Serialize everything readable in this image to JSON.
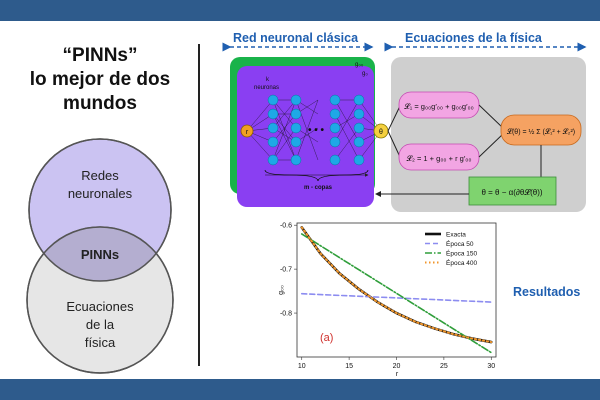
{
  "title": {
    "line1": "“PINNs”",
    "line2": "lo mejor de dos",
    "line3": "mundos"
  },
  "venn": {
    "top": [
      "Redes",
      "neuronales"
    ],
    "middle": "PINNs",
    "bottom": [
      "Ecuaciones",
      "de la",
      "física"
    ],
    "colors": {
      "top": "#cbc3f2",
      "bottom": "#e6e6e6",
      "overlap": "#b4aed0"
    }
  },
  "sections": {
    "left": "Red neuronal clásica",
    "right": "Ecuaciones de la física",
    "results": "Resultados"
  },
  "network": {
    "input": "r",
    "output": "θ",
    "neurons_label": [
      "k",
      "neuronas"
    ],
    "copies_label": "m - copas",
    "colors": {
      "outer": "#19b34a",
      "inner": "#8a3ff2",
      "neuron": "#1ea8e6",
      "io": "#f4d03f"
    }
  },
  "equations": {
    "l1": "𝓛₁ = g₀₀g′₀₀ + g₀₀g′₀₀",
    "l2": "𝓛₂ = 1 + g₀₀ + r g′₀₀",
    "loss": "𝓛(θ) = ½ Σ (𝓛₁² + 𝓛₂²)",
    "update": "θ = θ − α(∂θ𝓛(θ))",
    "colors": {
      "panel": "#cfcfcf",
      "pink": "#f2a5e3",
      "orange": "#f5a262",
      "green": "#7fd36f"
    }
  },
  "chart_data": {
    "type": "line",
    "title": "",
    "xlabel": "r",
    "ylabel": "g₀₀",
    "xlim": [
      9.5,
      30.5
    ],
    "ylim": [
      -0.9,
      -0.595
    ],
    "xticks": [
      10,
      15,
      20,
      25,
      30
    ],
    "yticks": [
      -0.6,
      -0.7,
      -0.8
    ],
    "annotation": "(a)",
    "legend_position": "top-right",
    "series": [
      {
        "name": "Exacta",
        "color": "#111111",
        "style": "solid",
        "x": [
          10,
          12,
          14,
          16,
          18,
          20,
          22,
          24,
          26,
          28,
          30
        ],
        "y": [
          -0.605,
          -0.665,
          -0.71,
          -0.745,
          -0.775,
          -0.8,
          -0.82,
          -0.835,
          -0.848,
          -0.858,
          -0.866
        ]
      },
      {
        "name": "Época 50",
        "color": "#8c8cf0",
        "style": "dashed",
        "x": [
          10,
          30
        ],
        "y": [
          -0.756,
          -0.775
        ]
      },
      {
        "name": "Época 150",
        "color": "#2f9e3a",
        "style": "dashdot",
        "x": [
          10,
          30
        ],
        "y": [
          -0.62,
          -0.89
        ]
      },
      {
        "name": "Época 400",
        "color": "#f0962b",
        "style": "dotted",
        "x": [
          10,
          12,
          14,
          16,
          18,
          20,
          22,
          24,
          26,
          28,
          30
        ],
        "y": [
          -0.605,
          -0.665,
          -0.71,
          -0.745,
          -0.775,
          -0.8,
          -0.82,
          -0.835,
          -0.848,
          -0.858,
          -0.866
        ]
      }
    ]
  }
}
